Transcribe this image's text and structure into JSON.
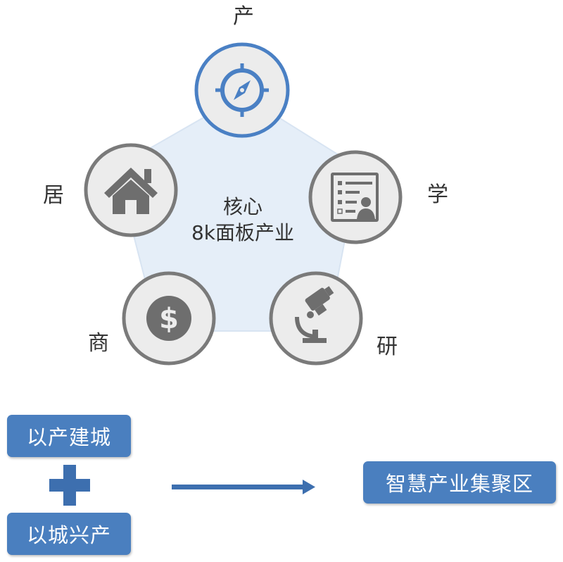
{
  "center": {
    "line1": "核心",
    "line2": "8k面板产业"
  },
  "nodes": {
    "top": {
      "label": "产",
      "icon": "compass-icon"
    },
    "right": {
      "label": "学",
      "icon": "resume-icon"
    },
    "bottom_right": {
      "label": "研",
      "icon": "microscope-icon"
    },
    "bottom_left": {
      "label": "商",
      "icon": "dollar-icon"
    },
    "left": {
      "label": "居",
      "icon": "house-icon"
    }
  },
  "flow": {
    "box_top": "以产建城",
    "operator": "plus-icon",
    "box_bottom": "以城兴产",
    "arrow": "arrow-right-icon",
    "result": "智慧产业集聚区"
  },
  "colors": {
    "accent": "#4a80c4",
    "box": "#4a7fbf",
    "pentagon_fill": "#e5eef8",
    "node_fill": "#ececec",
    "node_stroke": "#7a7a7a",
    "icon": "#6e6e6e"
  }
}
